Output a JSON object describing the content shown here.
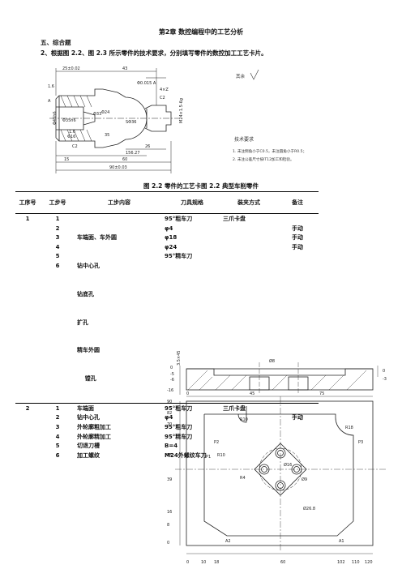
{
  "chapter_title": "第2章  数控编程中的工艺分析",
  "section_heading": "五、综合题",
  "task_text": "2、根据图 2.2、图 2.3 所示零件的技术要求，分别填写零件的数控加工工艺卡片。",
  "figure1": {
    "dims": [
      "25±0.02",
      "43",
      "1.6",
      "Φ0.015 A",
      "4×Z",
      "C2",
      "A",
      "Φ45h6",
      "Φ35h6",
      "Φ33",
      "Φ16",
      "1.6",
      "C2",
      "Φ24",
      "SΦ36",
      "M24×1.5-6g",
      "35",
      "26",
      "156.27",
      "15",
      "60",
      "90±0.03"
    ],
    "roughness_note": "其余",
    "tech_req_title": "技术要求",
    "tech_req_items": [
      "1. 未注倒角小于C0.5，未注圆角小于R0.5；",
      "2. 未注公差尺寸按IT12加工和检验。"
    ]
  },
  "figure_caption": "图 2.2 零件的工艺卡图 2.2  典型车削零件",
  "table": {
    "headers": [
      "工序号",
      "工步号",
      "工步内容",
      "刀具规格",
      "装夹方式",
      "备注"
    ],
    "groups": [
      {
        "op": "1",
        "steps": [
          "1",
          "2",
          "3",
          "4",
          "5",
          "6"
        ],
        "contents": [
          "车端面、车外圆",
          "钻中心孔",
          "钻底孔",
          "扩孔",
          "精车外圆",
          "    镗孔"
        ],
        "tools": [
          "95°粗车刀",
          "φ4",
          "φ18",
          "φ24",
          "95°精车刀",
          ""
        ],
        "fixture": "三爪卡盘",
        "notes": [
          "",
          "手动",
          "手动",
          "手动",
          "",
          ""
        ]
      },
      {
        "op": "2",
        "steps": [
          "1",
          "2",
          "3",
          "4",
          "5",
          "6"
        ],
        "contents": [
          "车端面",
          "钻中心孔",
          "外轮廓粗加工",
          "外轮廓精加工",
          "切退刀槽",
          "加工螺纹"
        ],
        "tools": [
          "95°粗车刀",
          "φ4",
          "95°粗车刀",
          "95°精车刀",
          "B=4",
          "M24外螺纹车刀"
        ],
        "fixture": "三爪卡盘",
        "notes": [
          "",
          "手动",
          "",
          "",
          "",
          ""
        ]
      }
    ]
  },
  "figure2": {
    "section_dims": [
      "Ø8",
      "0",
      "-5",
      "-6",
      "-16",
      "0",
      "-3"
    ],
    "side_dim": "3.5×45°",
    "top_ticks": [
      "0",
      "45",
      "75"
    ],
    "left_ticks": [
      "90",
      "82",
      "70",
      "55",
      "39",
      "16",
      "8",
      "0"
    ],
    "bottom_ticks": [
      "0",
      "10",
      "18",
      "60",
      "102",
      "110",
      "120"
    ],
    "points": [
      "P2",
      "P1",
      "P3",
      "A2",
      "A1"
    ],
    "labels": [
      "R10",
      "R10",
      "R18",
      "R4",
      "Ø16",
      "Ø9",
      "Ø26.8"
    ]
  }
}
